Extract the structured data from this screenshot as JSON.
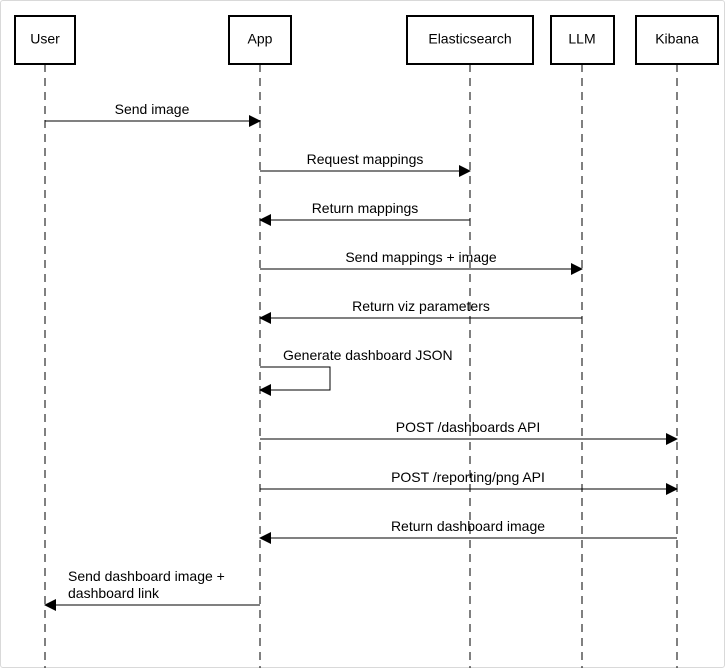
{
  "participants": [
    {
      "id": "user",
      "label": "User"
    },
    {
      "id": "app",
      "label": "App"
    },
    {
      "id": "elasticsearch",
      "label": "Elasticsearch"
    },
    {
      "id": "llm",
      "label": "LLM"
    },
    {
      "id": "kibana",
      "label": "Kibana"
    }
  ],
  "messages": [
    {
      "from": "user",
      "to": "app",
      "label": [
        "Send image"
      ]
    },
    {
      "from": "app",
      "to": "elasticsearch",
      "label": [
        "Request mappings"
      ]
    },
    {
      "from": "elasticsearch",
      "to": "app",
      "label": [
        "Return mappings"
      ]
    },
    {
      "from": "app",
      "to": "llm",
      "label": [
        "Send mappings + image"
      ]
    },
    {
      "from": "llm",
      "to": "app",
      "label": [
        "Return viz parameters"
      ]
    },
    {
      "from": "app",
      "to": "app",
      "label": [
        "Generate dashboard JSON"
      ]
    },
    {
      "from": "app",
      "to": "kibana",
      "label": [
        "POST /dashboards API"
      ]
    },
    {
      "from": "app",
      "to": "kibana",
      "label": [
        "POST /reporting/png API"
      ]
    },
    {
      "from": "kibana",
      "to": "app",
      "label": [
        "Return dashboard image"
      ]
    },
    {
      "from": "app",
      "to": "user",
      "label": [
        "Send dashboard image +",
        "dashboard link"
      ]
    }
  ]
}
